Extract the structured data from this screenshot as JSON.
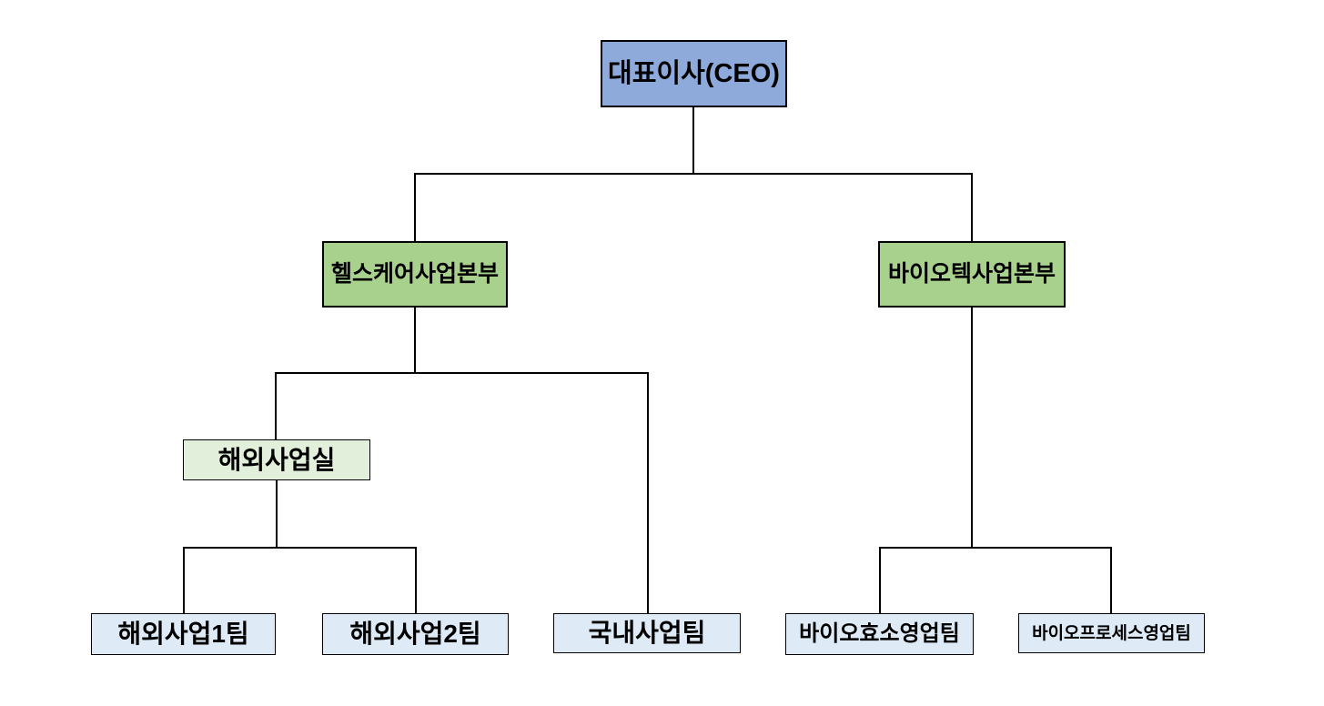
{
  "diagram": {
    "type": "org-chart",
    "background": "#FFFFFF"
  },
  "nodes": {
    "ceo": {
      "label": "대표이사(CEO)",
      "fill": "#8EAADB",
      "level": 1
    },
    "healthcare_division": {
      "label": "헬스케어사업본부",
      "fill": "#A9D18E",
      "level": 2
    },
    "biotech_division": {
      "label": "바이오텍사업본부",
      "fill": "#A9D18E",
      "level": 2
    },
    "overseas_office": {
      "label": "해외사업실",
      "fill": "#E2EFDA",
      "level": 3
    },
    "overseas_team1": {
      "label": "해외사업1팀",
      "fill": "#DEEBF7",
      "level": 4
    },
    "overseas_team2": {
      "label": "해외사업2팀",
      "fill": "#DEEBF7",
      "level": 4
    },
    "domestic_team": {
      "label": "국내사업팀",
      "fill": "#DEEBF7",
      "level": 4
    },
    "bio_enzyme_team": {
      "label": "바이오효소영업팀",
      "fill": "#DEEBF7",
      "level": 4
    },
    "bio_process_team": {
      "label": "바이오프로세스영업팀",
      "fill": "#DEEBF7",
      "level": 4
    }
  },
  "edges": [
    {
      "from": "ceo",
      "to": "healthcare_division"
    },
    {
      "from": "ceo",
      "to": "biotech_division"
    },
    {
      "from": "healthcare_division",
      "to": "overseas_office"
    },
    {
      "from": "healthcare_division",
      "to": "domestic_team"
    },
    {
      "from": "overseas_office",
      "to": "overseas_team1"
    },
    {
      "from": "overseas_office",
      "to": "overseas_team2"
    },
    {
      "from": "biotech_division",
      "to": "bio_enzyme_team"
    },
    {
      "from": "biotech_division",
      "to": "bio_process_team"
    }
  ],
  "colors": {
    "ceo_fill": "#8EAADB",
    "division_fill": "#A9D18E",
    "office_fill": "#E2EFDA",
    "team_fill": "#DEEBF7",
    "border": "#000000",
    "connector": "#000000",
    "background": "#FFFFFF"
  }
}
